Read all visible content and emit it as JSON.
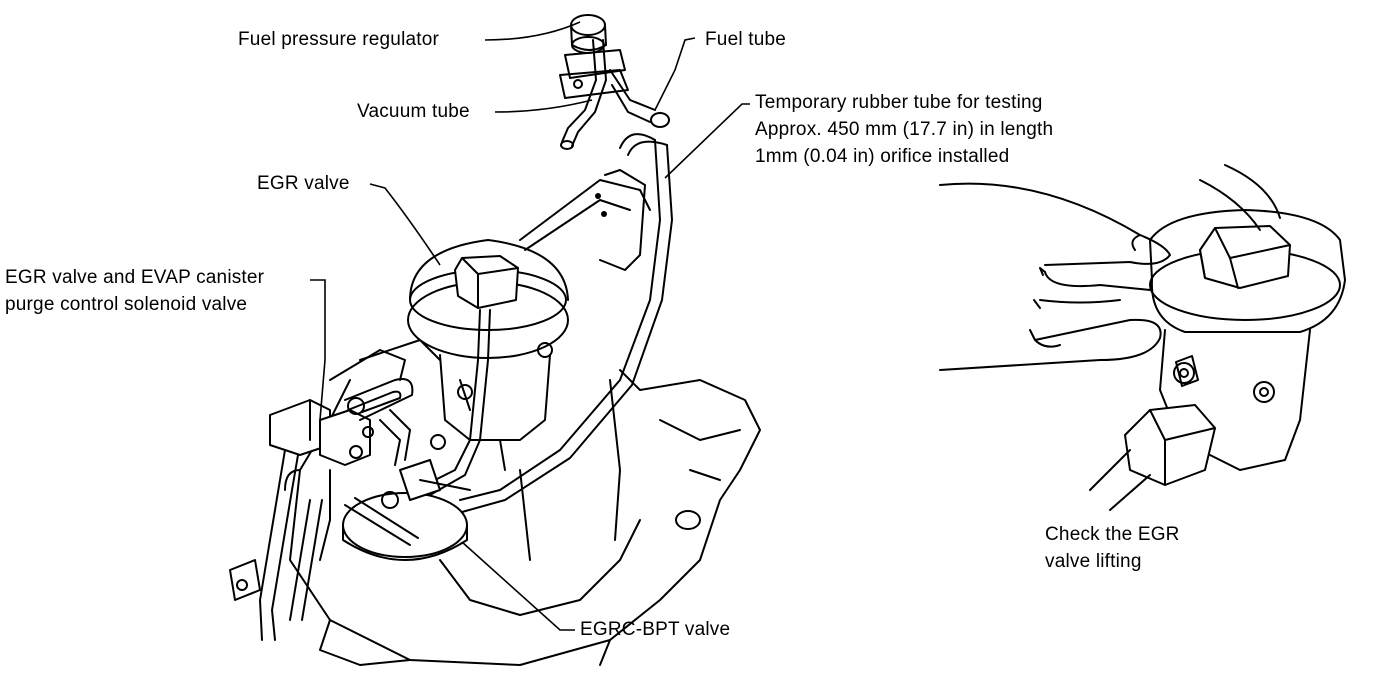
{
  "labels": {
    "fuel_pressure_regulator": "Fuel pressure regulator",
    "fuel_tube": "Fuel tube",
    "vacuum_tube": "Vacuum tube",
    "temp_tube_line1": "Temporary rubber tube for testing",
    "temp_tube_line2": "Approx. 450 mm (17.7 in) in length",
    "temp_tube_line3": "1mm (0.04 in) orifice installed",
    "egr_valve": "EGR valve",
    "solenoid_line1": "EGR valve and EVAP canister",
    "solenoid_line2": "purge control solenoid valve",
    "egrc_bpt_valve": "EGRC-BPT valve",
    "check_line1": "Check the EGR",
    "check_line2": "valve lifting"
  }
}
